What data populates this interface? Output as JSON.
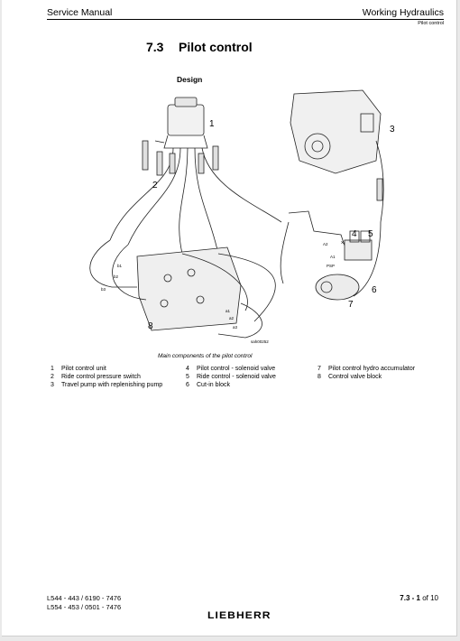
{
  "header": {
    "left": "Service Manual",
    "right": "Working Hydraulics",
    "sub": "Pilot control"
  },
  "section": {
    "number": "7.3",
    "title": "Pilot control"
  },
  "design_label": "Design",
  "diagram": {
    "callouts": [
      "1",
      "2",
      "3",
      "4",
      "5",
      "6",
      "7",
      "8"
    ],
    "drawing_id": "sah00252",
    "small_labels": [
      "A2",
      "A1",
      "PSP",
      "X",
      "a1",
      "a2",
      "a3",
      "b1",
      "b2",
      "b3"
    ]
  },
  "caption": "Main components of the pilot control",
  "legend": [
    {
      "num": "1",
      "text": "Pilot control unit"
    },
    {
      "num": "2",
      "text": "Ride control pressure switch"
    },
    {
      "num": "3",
      "text": "Travel pump with replenishing pump"
    },
    {
      "num": "4",
      "text": "Pilot control - solenoid valve"
    },
    {
      "num": "5",
      "text": "Ride control - solenoid valve"
    },
    {
      "num": "6",
      "text": "Cut-in block"
    },
    {
      "num": "7",
      "text": "Pilot control hydro accumulator"
    },
    {
      "num": "8",
      "text": "Control valve block"
    }
  ],
  "footer": {
    "line1": "L544 - 443 / 6190 - 7476",
    "line2": "L554 - 453 / 0501 - 7476",
    "page_section": "7.3 - 1",
    "page_of": "of 10",
    "logo": "LIEBHERR"
  }
}
